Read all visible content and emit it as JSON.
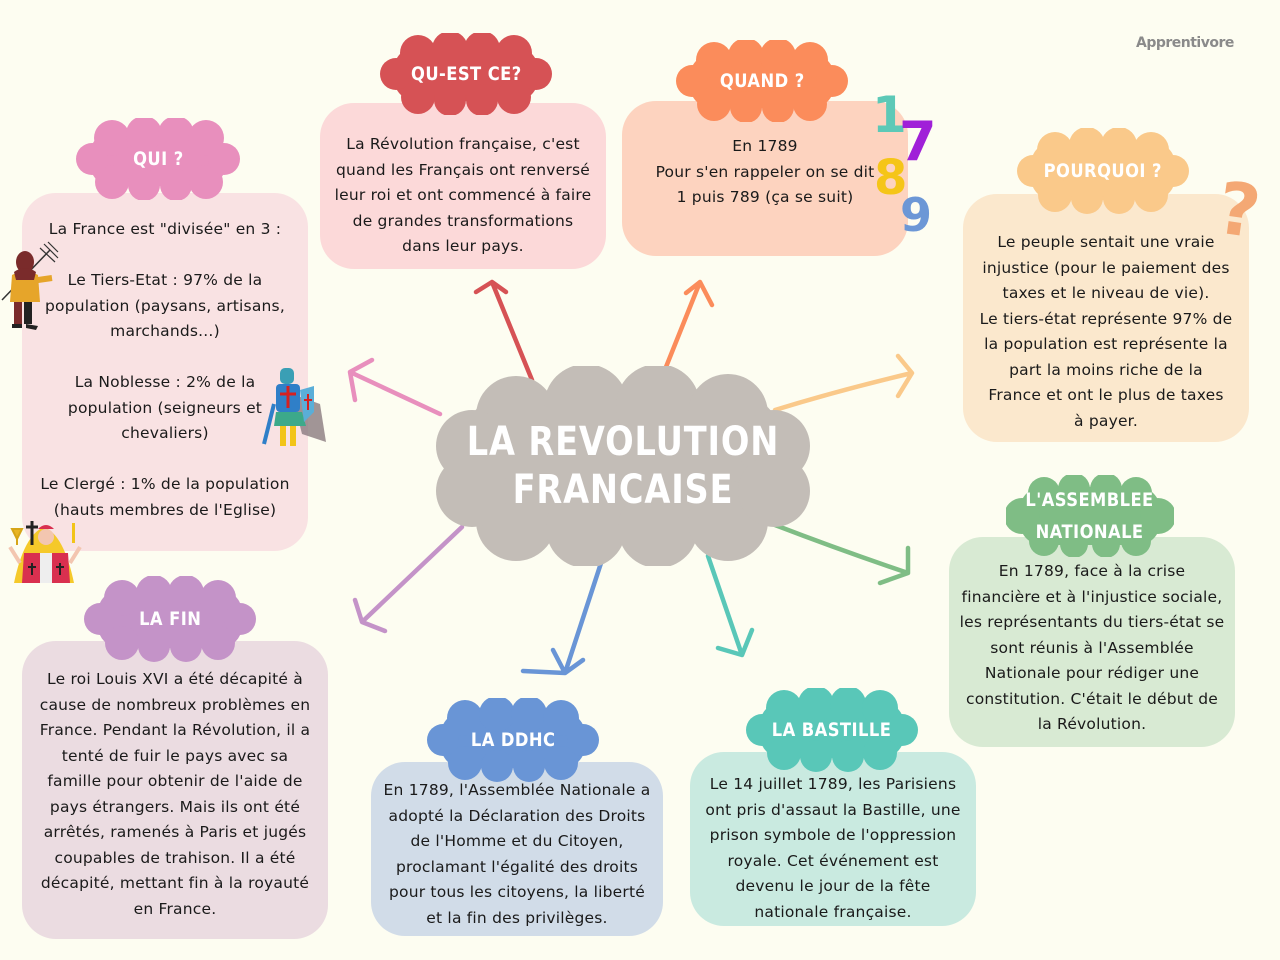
{
  "brand": "Apprentivore",
  "center": {
    "title": "LA REVOLUTION\nFRANCAISE",
    "color": "#c3bdb7"
  },
  "nodes": {
    "qui": {
      "title": "QUI ?",
      "header_color": "#e88fbd",
      "box_color": "#f9e2e3",
      "text": "La France est \"divisée\" en 3 :\n\nLe Tiers-Etat : 97% de la\npopulation (paysans, artisans,\nmarchands...)\n\nLa Noblesse : 2% de la\npopulation (seigneurs et\nchevaliers)\n\nLe Clergé : 1% de la population\n(hauts membres de l'Eglise)"
    },
    "quest_ce": {
      "title": "QU-EST CE?",
      "header_color": "#d65255",
      "box_color": "#fcd9d9",
      "text": "La Révolution française, c'est\nquand les Français ont renversé\nleur roi et ont commencé à faire\nde grandes transformations\ndans leur pays."
    },
    "quand": {
      "title": "QUAND ?",
      "header_color": "#fb8c5b",
      "box_color": "#fdd3bf",
      "text": "En 1789\nPour s'en rappeler on se dit\n1 puis 789 (ça se suit)",
      "digits": [
        "1",
        "7",
        "8",
        "9"
      ],
      "digit_colors": [
        "#5cc9b7",
        "#a020d8",
        "#f5c518",
        "#6c97d6"
      ]
    },
    "pourquoi": {
      "title": "POURQUOI ?",
      "header_color": "#fac98a",
      "box_color": "#fbe8cd",
      "text": "Le peuple sentait une vraie\ninjustice (pour le paiement des\ntaxes et le niveau de vie).\nLe tiers-état représente 97% de\nla population est représente la\npart la moins riche de la\nFrance et ont le plus de taxes\nà payer.",
      "deco_glyph": "?"
    },
    "assemblee": {
      "title": "L'ASSEMBLEE\nNATIONALE",
      "header_color": "#7fbd85",
      "box_color": "#d8ead3",
      "text": "En 1789, face à la crise\nfinancière et à l'injustice sociale,\nles représentants du tiers-état se\nsont réunis à l'Assemblée\nNationale pour rédiger une\nconstitution. C'était le début de\nla Révolution."
    },
    "bastille": {
      "title": "LA BASTILLE",
      "header_color": "#59c7b8",
      "box_color": "#c9eae0",
      "text": "Le 14 juillet 1789, les Parisiens\nont pris d'assaut la Bastille, une\nprison symbole de l'oppression\nroyale. Cet événement est\ndevenu le jour de la fête\nnationale française."
    },
    "ddhc": {
      "title": "LA DDHC",
      "header_color": "#6995d6",
      "box_color": "#d1dce8",
      "text": "En 1789, l'Assemblée Nationale a\nadopté la Déclaration des Droits\nde l'Homme et du Citoyen,\nproclamant l'égalité des droits\npour tous les citoyens, la liberté\net la fin des privilèges."
    },
    "fin": {
      "title": "LA FIN",
      "header_color": "#c493c8",
      "box_color": "#ebdce1",
      "text": "Le roi Louis XVI a été décapité à\ncause de nombreux problèmes en\nFrance. Pendant la Révolution, il a\ntenté de fuir le pays avec sa\nfamille pour obtenir de l'aide de\npays étrangers. Mais ils ont été\narrêtés, ramenés à Paris et jugés\ncoupables de trahison. Il a été\ndécapité, mettant fin à la royauté\nen France."
    }
  },
  "illustrations": [
    "peasant-with-pitchfork",
    "crusader-knight",
    "clergy-bishop",
    "number-balloons-1789",
    "question-mark"
  ]
}
